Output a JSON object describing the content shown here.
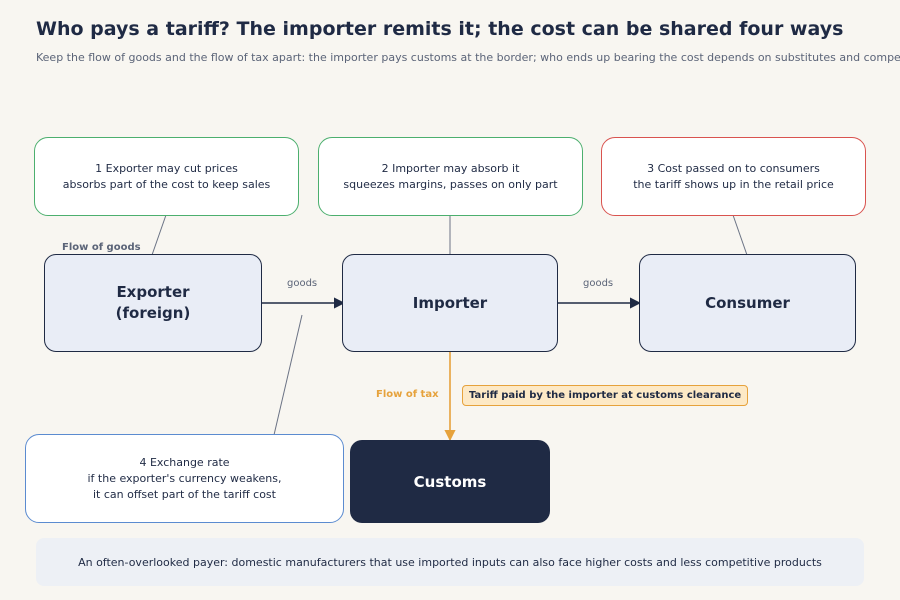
{
  "title": "Who pays a tariff? The importer remits it; the cost can be shared four ways",
  "subtitle": "Keep the flow of goods and the flow of tax apart: the importer pays customs at the border; who ends up bearing the cost depends on substitutes and competition",
  "notes": [
    {
      "line1": "1  Exporter may cut prices",
      "line2": "absorbs part of the cost to keep sales",
      "border_color": "#4caf6e"
    },
    {
      "line1": "2  Importer may absorb it",
      "line2": "squeezes margins, passes on only part",
      "border_color": "#4caf6e"
    },
    {
      "line1": "3  Cost passed on to consumers",
      "line2": "the tariff shows up in the retail price",
      "border_color": "#d9534f"
    },
    {
      "line1": "4  Exchange rate",
      "line2": "if the exporter's currency weakens,",
      "line3": "it can offset part of the tariff cost",
      "border_color": "#5b8bd0"
    }
  ],
  "actors": {
    "exporter": {
      "line1": "Exporter",
      "line2": "(foreign)"
    },
    "importer": {
      "label": "Importer"
    },
    "consumer": {
      "label": "Consumer"
    },
    "customs": {
      "label": "Customs"
    }
  },
  "flow_labels": {
    "goods_section": "Flow of goods",
    "tax_section": "Flow of tax",
    "goods_edge_1": "goods",
    "goods_edge_2": "goods",
    "tax_badge": "Tariff paid by the importer at customs clearance"
  },
  "footer": "An often-overlooked payer: domestic manufacturers that use imported inputs can also face higher costs and less competitive products",
  "colors": {
    "navy": "#1f2a44",
    "actor_fill": "#e9edf6",
    "tax_orange": "#e6a23c",
    "badge_fill": "#fde9c6",
    "gray_text": "#5b6478",
    "connector": "#6b7385",
    "background": "#f8f6f1"
  }
}
